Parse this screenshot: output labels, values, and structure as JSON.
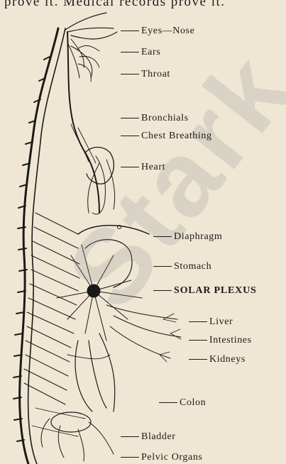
{
  "header": {
    "text": "prove it.  Medical records prove it."
  },
  "labels": {
    "eyes_nose": "Eyes—Nose",
    "ears": "Ears",
    "throat": "Throat",
    "bronchials": "Bronchials",
    "chest_breathing": "Chest Breathing",
    "heart": "Heart",
    "diaphragm": "Diaphragm",
    "stomach": "Stomach",
    "solar_plexus": "SOLAR PLEXUS",
    "liver": "Liver",
    "intestines": "Intestines",
    "kidneys": "Kidneys",
    "colon": "Colon",
    "bladder": "Bladder",
    "pelvic_organs": "Pelvic Organs"
  },
  "watermark": {
    "text": "Stark",
    "color": "#8c8c96"
  },
  "colors": {
    "ink": "#1b1a17",
    "paper": "#efe7d4"
  }
}
